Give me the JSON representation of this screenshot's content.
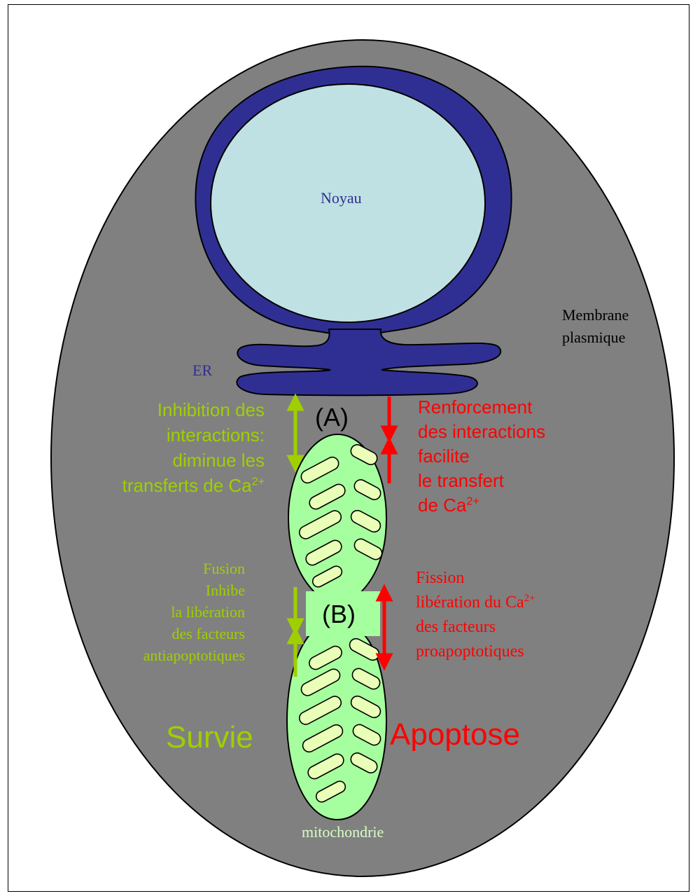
{
  "colors": {
    "cell": "#808080",
    "nucleus": "#bfe1e3",
    "envelope": "#2f2f93",
    "mito_outer": "#a6ff9e",
    "mito_cristae": "#e9ffb8",
    "survival": "#9fcf00",
    "apoptosis": "#ff0000",
    "mito_label": "#d6ffc4"
  },
  "labels": {
    "nucleus": "Noyau",
    "membrane_line1": "Membrane",
    "membrane_line2": "plasmique",
    "er": "ER",
    "marker_a": "(A)",
    "marker_b": "(B)",
    "mitochondria": "mitochondrie",
    "survival": "Survie",
    "apoptosis": "Apoptose"
  },
  "left_a": {
    "line1": "Inhibition des",
    "line2": "interactions:",
    "line3": "diminue les",
    "line4_text": "transferts de Ca",
    "line4_sup": "2+"
  },
  "right_a": {
    "line1": "Renforcement",
    "line2": "des interactions",
    "line3": "facilite",
    "line4": "le transfert",
    "line5_text": "de Ca",
    "line5_sup": "2+"
  },
  "left_b": {
    "line1": "Fusion",
    "line2": "Inhibe",
    "line3": "la libération",
    "line4": "des facteurs",
    "line5": "antiapoptotiques"
  },
  "right_b": {
    "line1": "Fission",
    "line2_text": "libération du Ca",
    "line2_sup": "2+",
    "line3": "des facteurs",
    "line4": "proapoptotiques"
  }
}
